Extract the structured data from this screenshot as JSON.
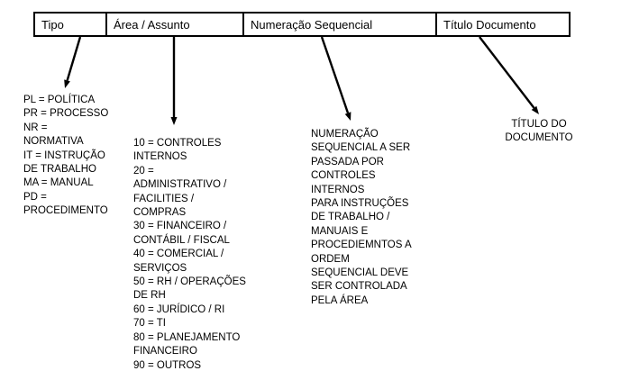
{
  "header": {
    "columns": [
      {
        "id": "tipo",
        "label": "Tipo"
      },
      {
        "id": "area-assunto",
        "label": "Área / Assunto"
      },
      {
        "id": "numeracao-sequencial",
        "label": "Numeração Sequencial"
      },
      {
        "id": "titulo-documento",
        "label": "Título Documento"
      }
    ]
  },
  "notes": {
    "tipo": {
      "text": "PL = POLÍTICA\nPR = PROCESSO\nNR =\nNORMATIVA\nIT = INSTRUÇÃO\nDE TRABALHO\nMA = MANUAL\nPD =\nPROCEDIMENTO"
    },
    "area_assunto": {
      "text": "10 = CONTROLES\nINTERNOS\n20 =\nADMINISTRATIVO /\nFACILITIES /\nCOMPRAS\n30 = FINANCEIRO /\nCONTÁBIL / FISCAL\n40 = COMERCIAL /\nSERVIÇOS\n50 = RH / OPERAÇÕES\nDE RH\n60 = JURÍDICO / RI\n70 = TI\n80 = PLANEJAMENTO\nFINANCEIRO\n90 = OUTROS"
    },
    "numeracao_sequencial": {
      "text": "NUMERAÇÃO\nSEQUENCIAL A SER\nPASSADA POR\nCONTROLES\nINTERNOS\nPARA INSTRUÇÕES\nDE TRABALHO /\nMANUAIS E\nPROCEDIEMNTOS A\nORDEM\nSEQUENCIAL DEVE\nSER CONTROLADA\nPELA ÁREA"
    },
    "titulo_documento": {
      "text": "TÍTULO DO\nDOCUMENTO"
    }
  },
  "colors": {
    "ink": "#000000",
    "background": "#ffffff"
  }
}
